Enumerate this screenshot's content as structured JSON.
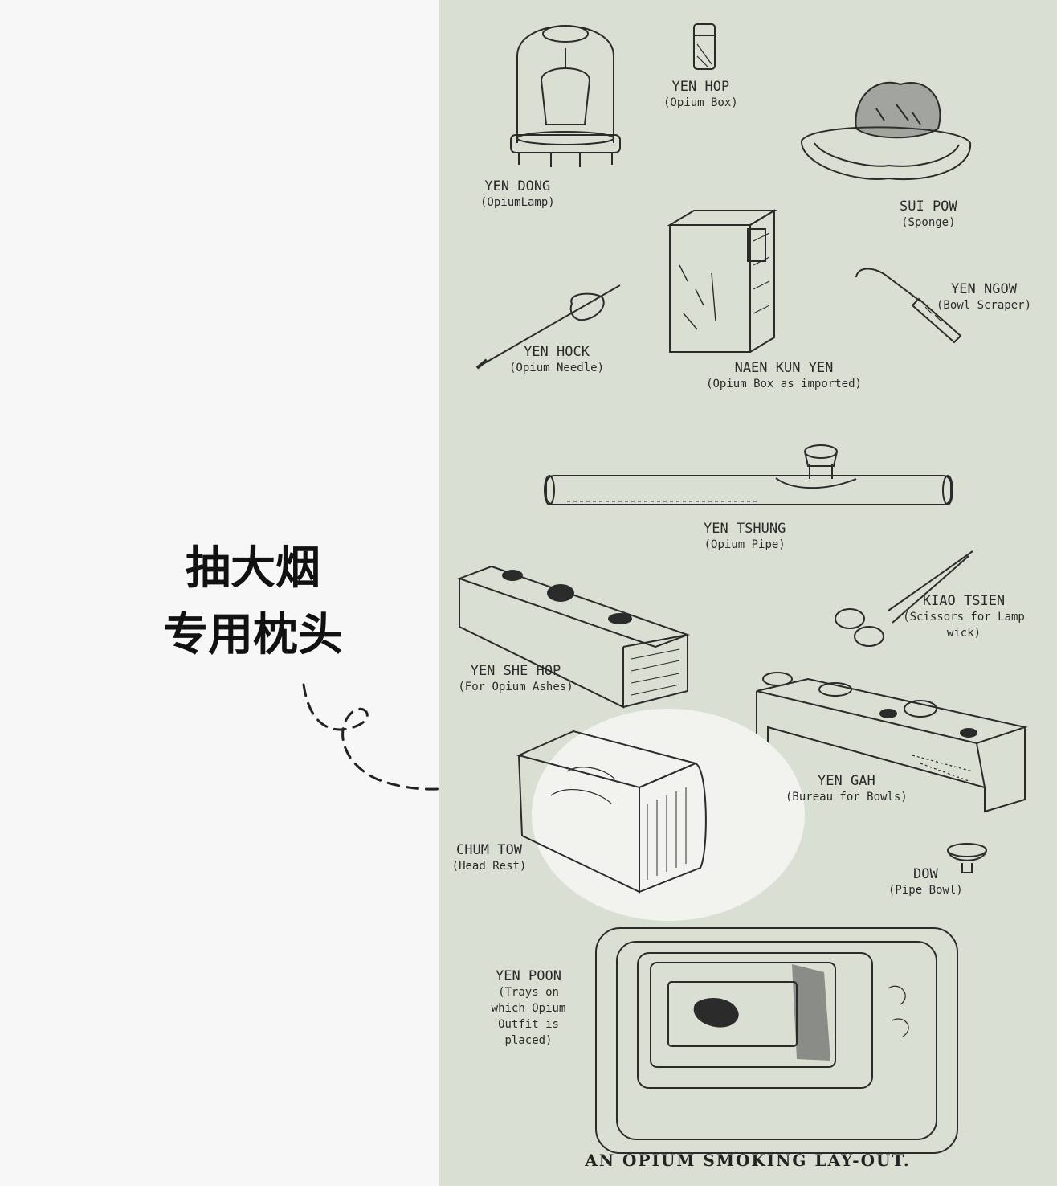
{
  "annotation": {
    "line1": "抽大烟",
    "line2": "专用枕头",
    "highlight_color": "#f2f3ee",
    "text_color": "#111111"
  },
  "plate": {
    "background": "#d9dfd3",
    "caption": "AN OPIUM SMOKING LAY-OUT.",
    "items": {
      "yen_dong": {
        "name": "YEN DONG",
        "desc": "(OpiumLamp)"
      },
      "yen_hop": {
        "name": "YEN HOP",
        "desc": "(Opium Box)"
      },
      "sui_pow": {
        "name": "SUI POW",
        "desc": "(Sponge)"
      },
      "yen_hock": {
        "name": "YEN HOCK",
        "desc": "(Opium Needle)"
      },
      "naen_kun_yen": {
        "name": "NAEN KUN YEN",
        "desc": "(Opium Box as imported)"
      },
      "yen_ngow": {
        "name": "YEN NGOW",
        "desc": "(Bowl Scraper)"
      },
      "yen_tshung": {
        "name": "YEN TSHUNG",
        "desc": "(Opium Pipe)"
      },
      "yen_she_hop": {
        "name": "YEN SHE HOP",
        "desc": "(For Opium Ashes)"
      },
      "kiao_tsien": {
        "name": "KIAO TSIEN",
        "desc": "(Scissors for Lamp wick)"
      },
      "yen_gah": {
        "name": "YEN GAH",
        "desc": "(Bureau for Bowls)"
      },
      "chum_tow": {
        "name": "CHUM TOW",
        "desc": "(Head Rest)"
      },
      "dow": {
        "name": "DOW",
        "desc": "(Pipe Bowl)"
      },
      "yen_poon": {
        "name": "YEN POON",
        "desc": "(Trays on which Opium Outfit is placed)"
      }
    }
  }
}
